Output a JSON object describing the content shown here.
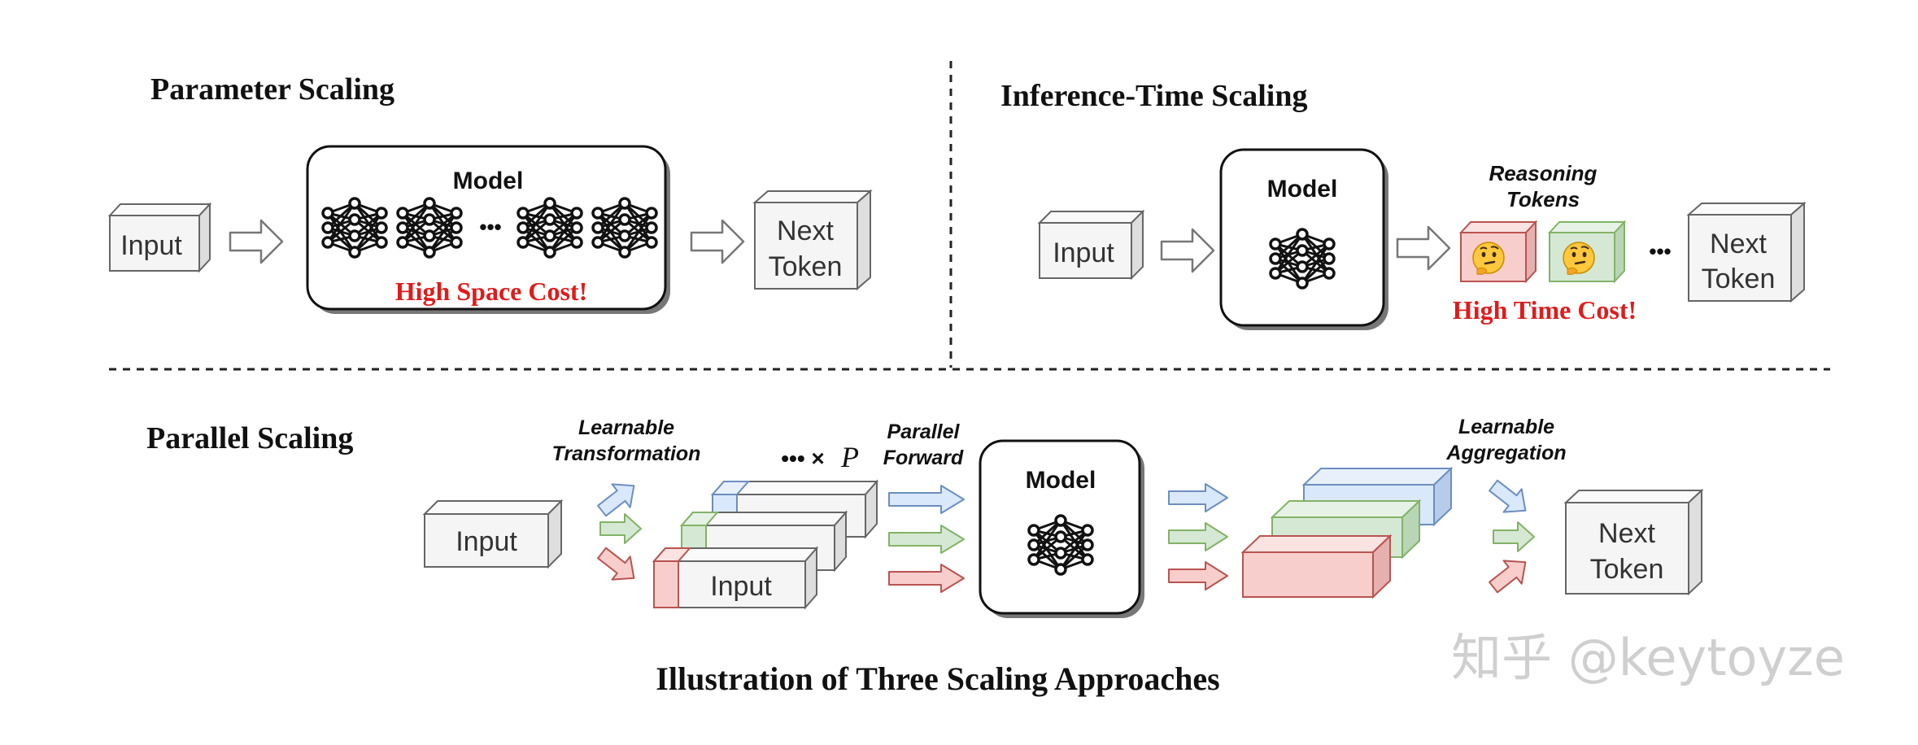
{
  "sections": {
    "parameter": {
      "title": "Parameter Scaling",
      "input_label": "Input",
      "model_label": "Model",
      "ellipsis": "•••",
      "next_token_line1": "Next",
      "next_token_line2": "Token",
      "cost_label": "High Space Cost!"
    },
    "inference": {
      "title": "Inference-Time Scaling",
      "input_label": "Input",
      "model_label": "Model",
      "reasoning_line1": "Reasoning",
      "reasoning_line2": "Tokens",
      "ellipsis": "•••",
      "next_token_line1": "Next",
      "next_token_line2": "Token",
      "cost_label": "High Time Cost!"
    },
    "parallel": {
      "title": "Parallel Scaling",
      "input_label": "Input",
      "transform_line1": "Learnable",
      "transform_line2": "Transformation",
      "copies_label": "••• ×",
      "copies_var": "P",
      "stacked_input_label": "Input",
      "forward_line1": "Parallel",
      "forward_line2": "Forward",
      "model_label": "Model",
      "aggregation_line1": "Learnable",
      "aggregation_line2": "Aggregation",
      "next_token_line1": "Next",
      "next_token_line2": "Token"
    }
  },
  "caption": "Illustration of Three Scaling Approaches",
  "watermark": "知乎 @keytoyze",
  "colors": {
    "cost_red": "#e01b1b",
    "blue_fill": "#dae8fc",
    "blue_stroke": "#6c8ebf",
    "green_fill": "#d5e8d4",
    "green_stroke": "#82b366",
    "red_fill": "#f8cecc",
    "red_stroke": "#b85450",
    "gray_fill": "#f5f5f5",
    "gray_stroke": "#666666"
  },
  "icons": [
    "neural-network-icon",
    "thinking-face-icon",
    "arrow-icon"
  ]
}
